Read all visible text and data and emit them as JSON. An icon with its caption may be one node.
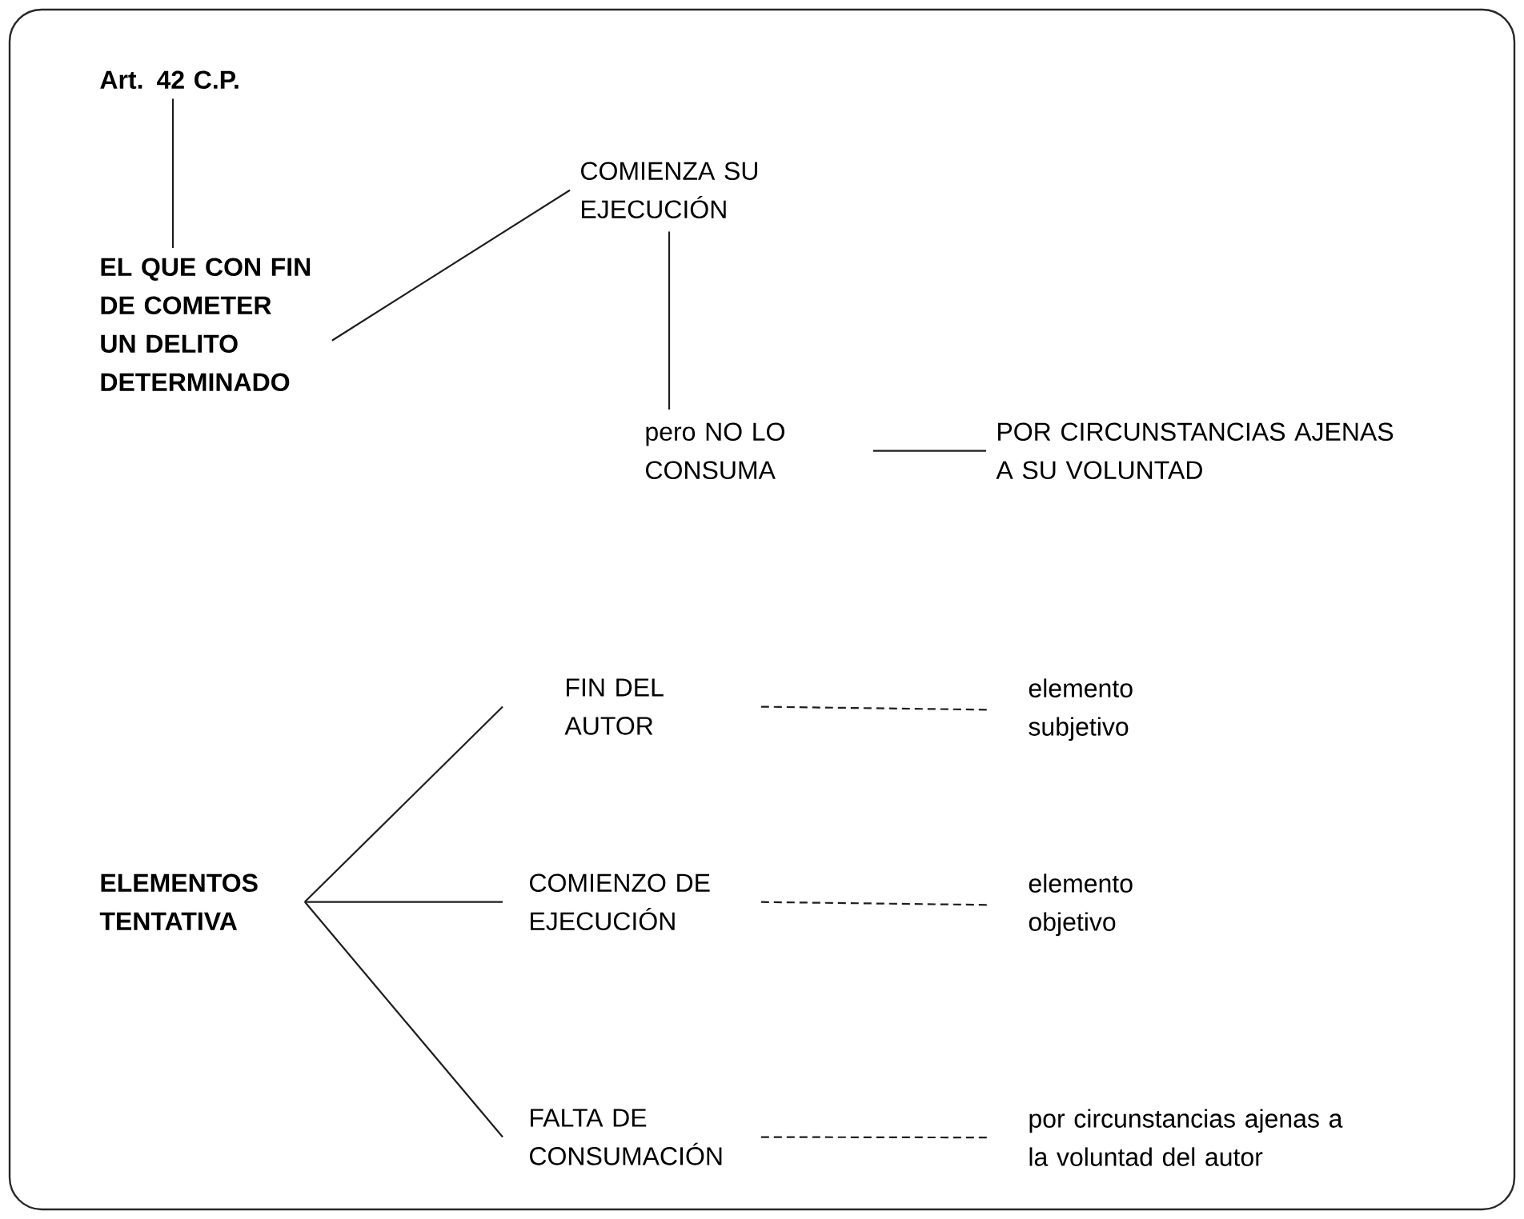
{
  "diagram": {
    "nodes": [
      {
        "text": [
          "Art. 42 C.P."
        ]
      },
      {
        "text": [
          "EL QUE CON FIN DE COMETER UN DELITO DETERMINADO"
        ]
      },
      {
        "text": [
          "COMIENZA SU EJECUCIÓN"
        ]
      },
      {
        "text": [
          "pero NO LO CONSUMA"
        ]
      },
      {
        "text": [
          "POR CIRCUNSTANCIAS AJENAS A SU VOLUNTAD"
        ]
      },
      {
        "text": [
          "ELEMENTOS TENTATIVA"
        ]
      },
      {
        "text": [
          "FIN DEL AUTOR"
        ]
      },
      {
        "text": [
          "COMIENZO DE EJECUCIÓN"
        ]
      },
      {
        "text": [
          "FALTA DE CONSUMACIÓN"
        ]
      },
      {
        "text": [
          "elemento subjetivo"
        ]
      },
      {
        "text": [
          "elemento objetivo"
        ]
      },
      {
        "text": [
          "por circunstancias ajenas a la voluntad del autor"
        ]
      }
    ],
    "edges": [
      {
        "from": 0,
        "to": 1,
        "arrow": "none"
      },
      {
        "from": 1,
        "to": 2,
        "arrow": "none"
      },
      {
        "from": 2,
        "to": 3,
        "arrow": "none"
      },
      {
        "from": 3,
        "to": 4,
        "arrow": "none"
      },
      {
        "from": 5,
        "to": 6,
        "arrow": "none"
      },
      {
        "from": 5,
        "to": 7,
        "arrow": "none"
      },
      {
        "from": 5,
        "to": 8,
        "arrow": "none"
      },
      {
        "from": 6,
        "to": 9,
        "arrow": "none",
        "style": "dashed"
      },
      {
        "from": 7,
        "to": 10,
        "arrow": "none",
        "style": "dashed"
      },
      {
        "from": 8,
        "to": 11,
        "arrow": "none",
        "style": "dashed"
      }
    ]
  }
}
